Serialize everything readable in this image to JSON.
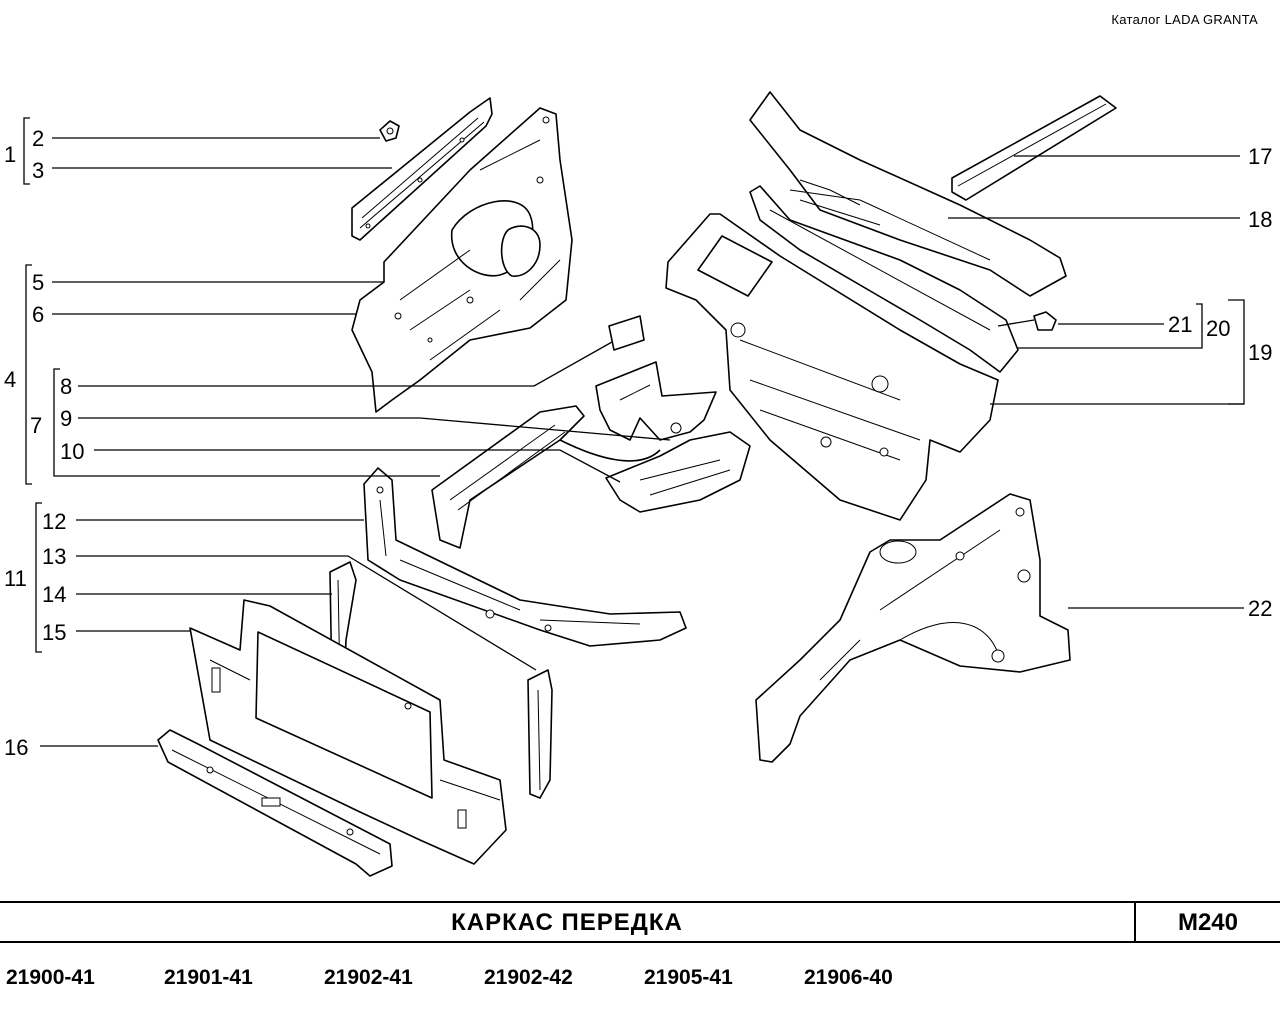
{
  "header": {
    "catalog": "Каталог  LADA  GRANTA"
  },
  "callouts": {
    "n1": "1",
    "n2": "2",
    "n3": "3",
    "n4": "4",
    "n5": "5",
    "n6": "6",
    "n7": "7",
    "n8": "8",
    "n9": "9",
    "n10": "10",
    "n11": "11",
    "n12": "12",
    "n13": "13",
    "n14": "14",
    "n15": "15",
    "n16": "16",
    "n17": "17",
    "n18": "18",
    "n19": "19",
    "n20": "20",
    "n21": "21",
    "n22": "22"
  },
  "title_block": {
    "title": "КАРКАС   ПЕРЕДКА",
    "code": "М240"
  },
  "models": [
    "21900-41",
    "21901-41",
    "21902-41",
    "21902-42",
    "21905-41",
    "21906-40"
  ]
}
